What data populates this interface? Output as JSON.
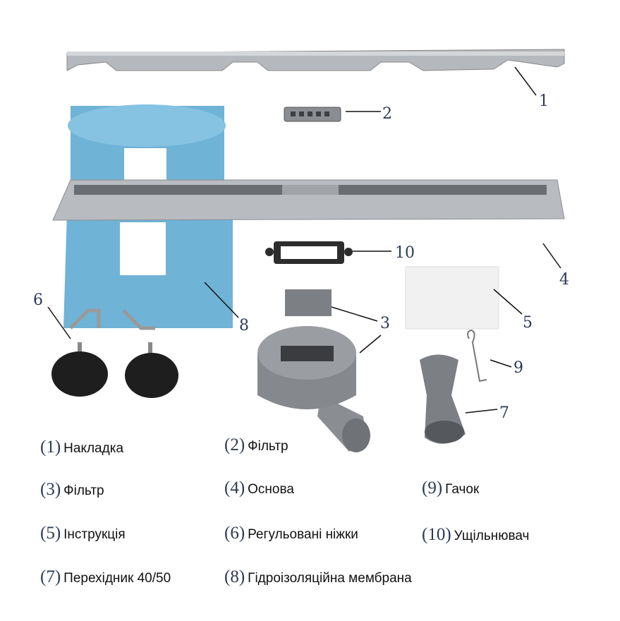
{
  "callouts": [
    "1",
    "2",
    "3",
    "4",
    "5",
    "6",
    "7",
    "8",
    "9",
    "10"
  ],
  "legend": [
    {
      "num": "(1)",
      "label": "Накладка"
    },
    {
      "num": "(2)",
      "label": "Фільтр"
    },
    {
      "num": "(3)",
      "label": "Фільтр"
    },
    {
      "num": "(4)",
      "label": "Основа"
    },
    {
      "num": "(9)",
      "label": "Гачок"
    },
    {
      "num": "(5)",
      "label": "Інструкція"
    },
    {
      "num": "(6)",
      "label": "Регульовані ніжки"
    },
    {
      "num": "(10)",
      "label": "Ущільнювач"
    },
    {
      "num": "(7)",
      "label": "Перехідник 40/50"
    },
    {
      "num": "(8)",
      "label": "Гідроізоляційна мембрана"
    }
  ],
  "colors": {
    "callout": "#2b3a55",
    "membrane": "#6fb3d6",
    "steel": "#b5b8bc",
    "plastic": "#7c7f84"
  }
}
